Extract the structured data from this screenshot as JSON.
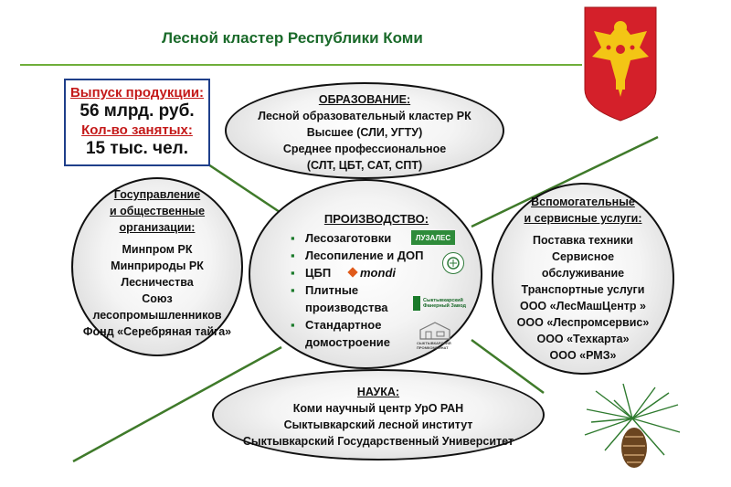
{
  "title": "Лесной кластер Республики Коми",
  "stats": {
    "output_label": "Выпуск продукции:",
    "output_value": "56 млрд. руб.",
    "employed_label": "Кол-во занятых:",
    "employed_value": "15 тыс. чел."
  },
  "education": {
    "heading": "ОБРАЗОВАНИЕ:",
    "lines": [
      "Лесной образовательный кластер РК",
      "Высшее (СЛИ, УГТУ)",
      "Среднее профессиональное",
      "(СЛТ, ЦБТ, САТ, СПТ)"
    ]
  },
  "government": {
    "heading_lines": [
      "Госуправление",
      "и общественные",
      "организации:"
    ],
    "lines": [
      "Минпром РК",
      "Минприроды РК",
      "Лесничества",
      "Союз",
      "лесопромышленников",
      "Фонд «Серебряная тайга»"
    ]
  },
  "production": {
    "heading": "ПРОИЗВОДСТВО:",
    "items": [
      "Лесозаготовки",
      "Лесопиление и ДОП",
      "ЦБП",
      "Плитные производства",
      "Стандартное домостроение"
    ],
    "logos": {
      "luzales": "ЛУЗАЛЕС",
      "mondi": "mondi",
      "plywood": "Сыктывкарский Фанерный Завод",
      "house": "СЫКТЫВКАРСКИЙ ПРОМКОМБИНАТ"
    }
  },
  "services": {
    "heading_lines": [
      "Вспомогательные",
      "и сервисные услуги:"
    ],
    "lines": [
      "Поставка техники",
      "Сервисное",
      "обслуживание",
      "Транспортные услуги",
      "ООО «ЛесМашЦентр »",
      "ООО «Леспромсервис»",
      "ООО «Техкарта»",
      "ООО «РМЗ»"
    ]
  },
  "science": {
    "heading": "НАУКА:",
    "lines": [
      "Коми научный центр УрО РАН",
      "Сыктывкарский лесной институт",
      "Сыктывкарский Государственный Университет"
    ]
  },
  "colors": {
    "title": "#1a6a2a",
    "accent_line": "#6fae3a",
    "stats_label": "#c41a1a",
    "stats_border": "#1f3f8a",
    "coat_of_arms_bg": "#d4202a",
    "coat_of_arms_bird": "#f3c515"
  },
  "icons": [
    "coat-of-arms-icon",
    "pine-branch-icon"
  ]
}
